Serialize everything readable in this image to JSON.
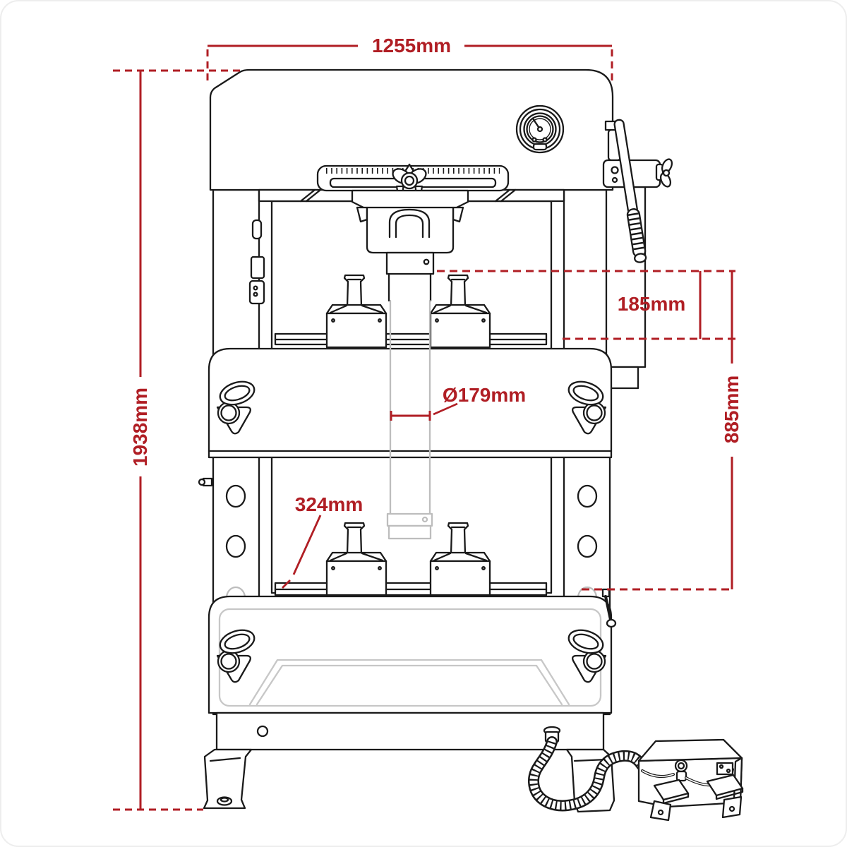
{
  "meta": {
    "title": "Air/hydraulic press dimensional line diagram (front view)"
  },
  "labels": {
    "top_width": "1255mm",
    "overall_height": "1938mm",
    "ram_stroke": "185mm",
    "working_range": "885mm",
    "ram_diameter": "Ø179mm",
    "bed_depth": "324mm"
  },
  "colors": {
    "dimension_red": "#B01E24",
    "line_black": "#1a1a1a",
    "hidden_gray": "#bdbdbd",
    "background": "#ffffff"
  }
}
